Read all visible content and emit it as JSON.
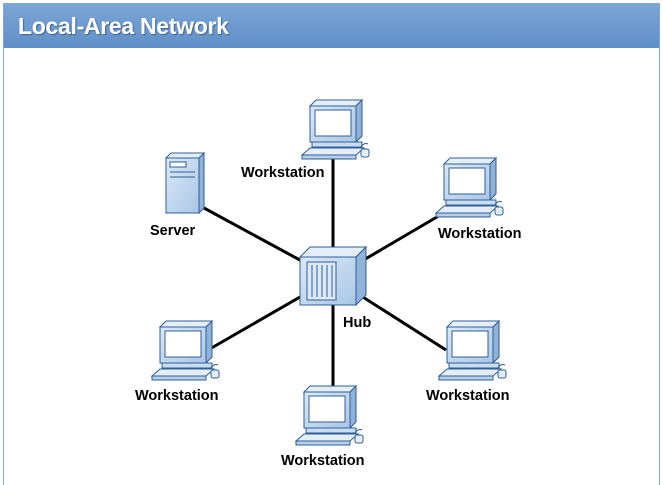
{
  "title": "Local-Area Network",
  "colors": {
    "header": "#6a9ad0",
    "device_fill": "#c9ddf1",
    "device_stroke": "#2f5f96",
    "screen": "#ffffff",
    "cable": "#000000"
  },
  "nodes": {
    "hub": {
      "label": "Hub",
      "icon": "hub-icon"
    },
    "server": {
      "label": "Server",
      "icon": "server-icon"
    },
    "workstation_top": {
      "label": "Workstation",
      "icon": "workstation-icon"
    },
    "workstation_upper_right": {
      "label": "Workstation",
      "icon": "workstation-icon"
    },
    "workstation_lower_right": {
      "label": "Workstation",
      "icon": "workstation-icon"
    },
    "workstation_bottom": {
      "label": "Workstation",
      "icon": "workstation-icon"
    },
    "workstation_lower_left": {
      "label": "Workstation",
      "icon": "workstation-icon"
    }
  }
}
